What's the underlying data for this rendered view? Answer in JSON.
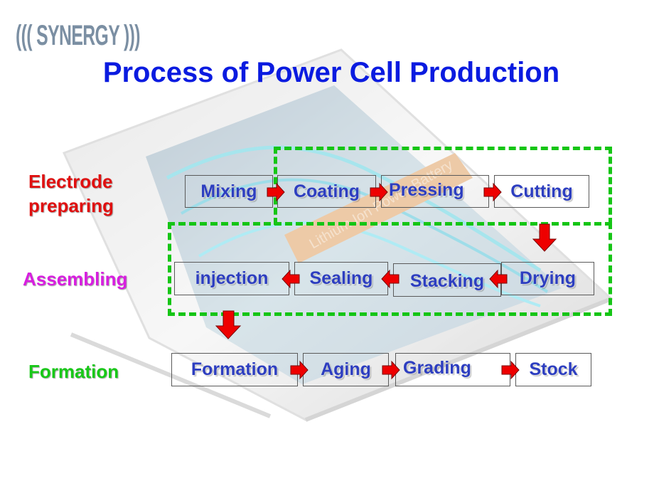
{
  "logo": {
    "text": "((( SYNERGY )))"
  },
  "title": "Process of Power Cell Production",
  "background": {
    "label": "Lithium Ion Power Battery"
  },
  "colors": {
    "title": "#0a1be0",
    "step_text": "#2d3ec0",
    "electrode_label": "#e01010",
    "assembling_label": "#d81ee0",
    "formation_label": "#18c818",
    "arrow": "#ee0000",
    "dashed_group": "#15c515"
  },
  "stages": [
    {
      "label_lines": [
        "Electrode",
        "preparing"
      ],
      "steps": [
        "Mixing",
        "Coating",
        "Pressing",
        "Cutting"
      ]
    },
    {
      "label_lines": [
        "Assembling"
      ],
      "steps": [
        "injection",
        "Sealing",
        "Stacking",
        "Drying"
      ]
    },
    {
      "label_lines": [
        "Formation"
      ],
      "steps": [
        "Formation",
        "Aging",
        "Grading",
        "Stock"
      ]
    }
  ]
}
